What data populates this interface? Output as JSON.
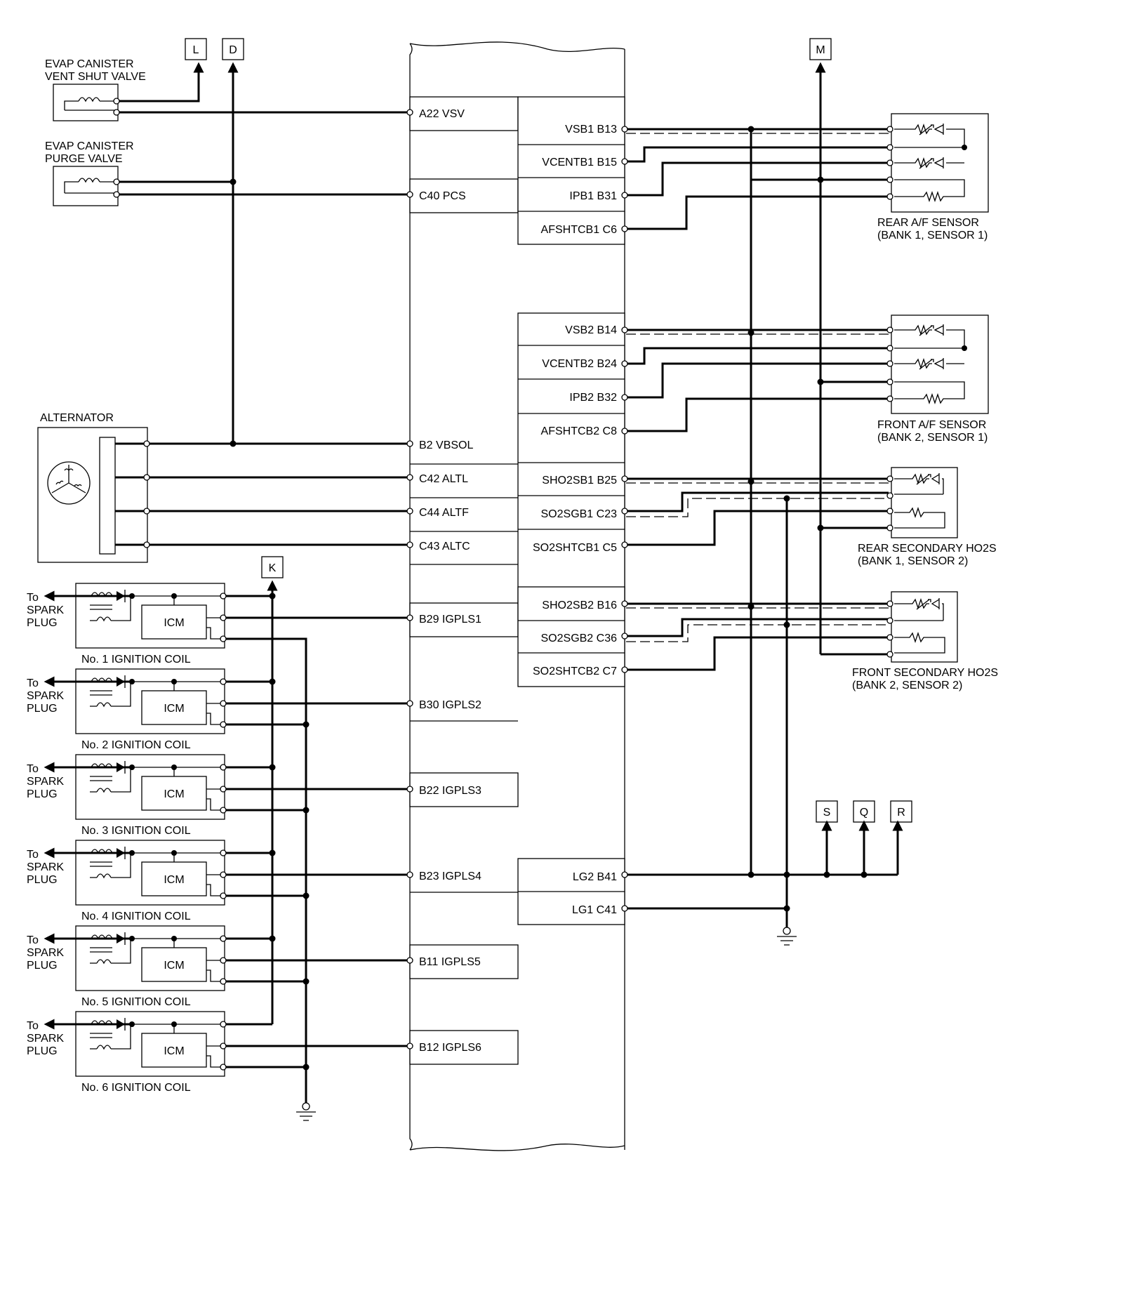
{
  "terminals": {
    "L": "L",
    "D": "D",
    "M": "M",
    "K": "K",
    "S": "S",
    "Q": "Q",
    "R": "R"
  },
  "components": {
    "vent_valve": [
      "EVAP CANISTER",
      "VENT SHUT VALVE"
    ],
    "purge_valve": [
      "EVAP CANISTER",
      "PURGE VALVE"
    ],
    "alternator": "ALTERNATOR",
    "rear_af": [
      "REAR A/F SENSOR",
      "(BANK 1, SENSOR 1)"
    ],
    "front_af": [
      "FRONT A/F SENSOR",
      "(BANK 2, SENSOR 1)"
    ],
    "rear_ho2s": [
      "REAR SECONDARY HO2S",
      "(BANK 1, SENSOR 2)"
    ],
    "front_ho2s": [
      "FRONT SECONDARY HO2S",
      "(BANK 2, SENSOR 2)"
    ],
    "icm": "ICM",
    "to_spark": [
      "To",
      "SPARK",
      "PLUG"
    ],
    "coils": [
      "No. 1 IGNITION COIL",
      "No. 2 IGNITION COIL",
      "No. 3 IGNITION COIL",
      "No. 4 IGNITION COIL",
      "No. 5 IGNITION COIL",
      "No. 6 IGNITION COIL"
    ]
  },
  "left_pins": {
    "a22": "A22 VSV",
    "c40": "C40 PCS",
    "b2": "B2 VBSOL",
    "c42": "C42 ALTL",
    "c44": "C44 ALTF",
    "c43": "C43 ALTC",
    "b29": "B29 IGPLS1",
    "b30": "B30 IGPLS2",
    "b22": "B22 IGPLS3",
    "b23": "B23 IGPLS4",
    "b11": "B11 IGPLS5",
    "b12": "B12 IGPLS6"
  },
  "right_pins": {
    "b13": "VSB1 B13",
    "b15": "VCENTB1 B15",
    "b31": "IPB1 B31",
    "c6": "AFSHTCB1 C6",
    "b14": "VSB2 B14",
    "b24": "VCENTB2 B24",
    "b32": "IPB2 B32",
    "c8": "AFSHTCB2 C8",
    "b25": "SHO2SB1 B25",
    "c23": "SO2SGB1 C23",
    "c5": "SO2SHTCB1 C5",
    "b16": "SHO2SB2 B16",
    "c36": "SO2SGB2 C36",
    "c7": "SO2SHTCB2 C7",
    "b41": "LG2 B41",
    "c41": "LG1 C41"
  }
}
